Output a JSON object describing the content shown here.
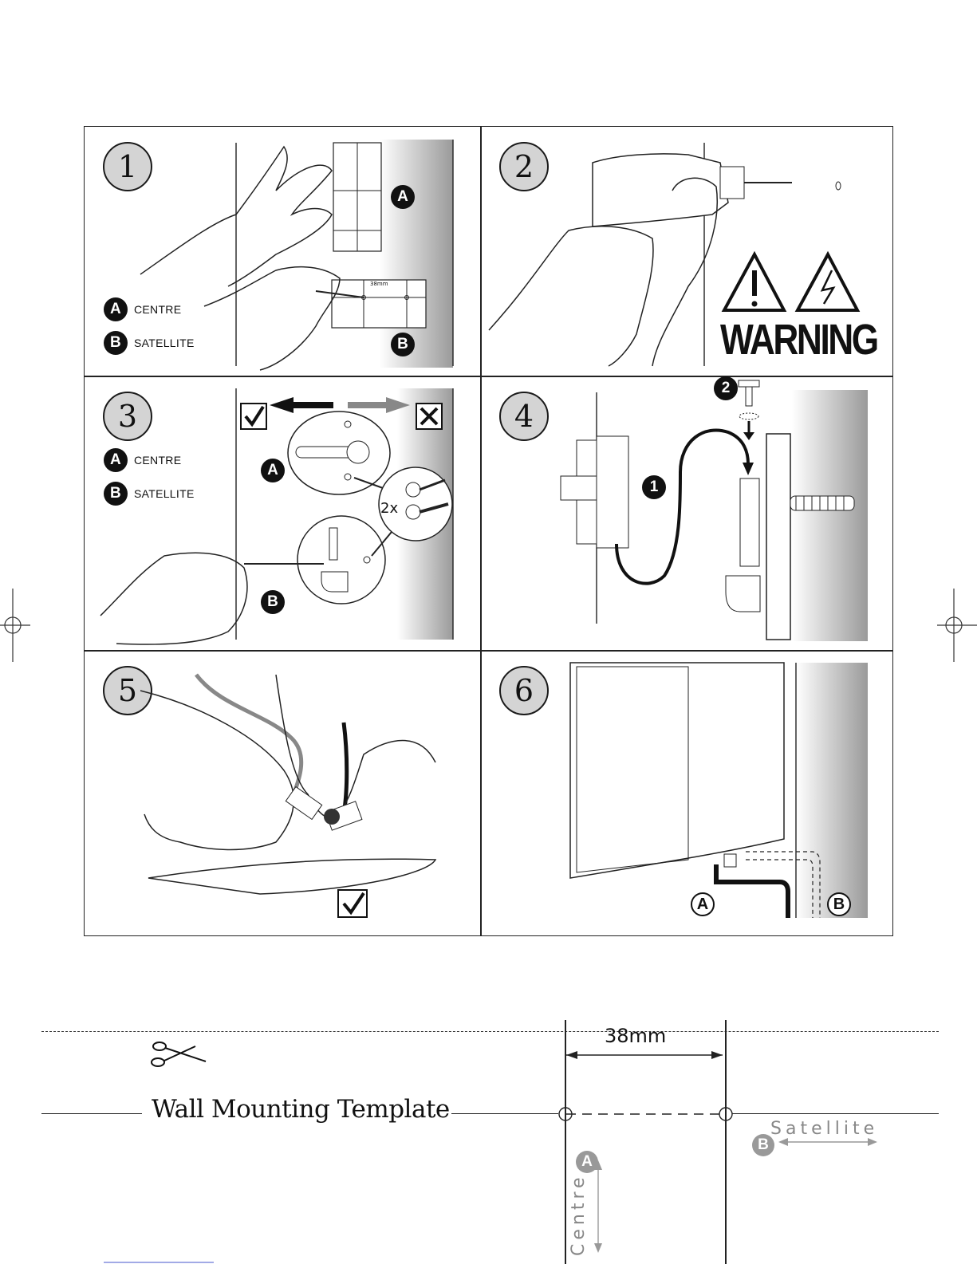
{
  "steps": [
    {
      "number": "1",
      "legend": [
        {
          "badge": "A",
          "label": "CENTRE"
        },
        {
          "badge": "B",
          "label": "SATELLITE"
        }
      ],
      "markers": [
        "A",
        "B"
      ],
      "template_label": "38mm"
    },
    {
      "number": "2",
      "warning_text": "WARNING"
    },
    {
      "number": "3",
      "legend": [
        {
          "badge": "A",
          "label": "CENTRE"
        },
        {
          "badge": "B",
          "label": "SATELLITE"
        }
      ],
      "markers": [
        "A",
        "B"
      ],
      "screw_count": "2x"
    },
    {
      "number": "4",
      "markers": [
        "1",
        "2"
      ]
    },
    {
      "number": "5"
    },
    {
      "number": "6",
      "markers": [
        "A",
        "B"
      ]
    }
  ],
  "template": {
    "title": "Wall Mounting Template",
    "measurement": "38mm",
    "centre_badge": "A",
    "centre_label": "Centre",
    "satellite_badge": "B",
    "satellite_label": "Satellite"
  },
  "icons": {
    "scissors": "scissors-icon",
    "check": "check-icon",
    "cross": "cross-icon",
    "warning_hazard": "warning-triangle-icon",
    "electric_hazard": "electric-hazard-icon",
    "registration": "crosshair-icon"
  }
}
